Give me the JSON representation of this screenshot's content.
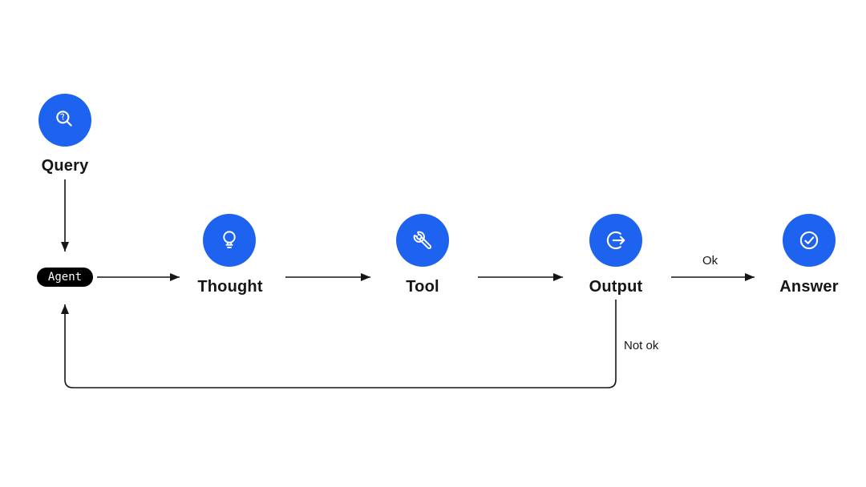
{
  "diagram": {
    "type": "flowchart",
    "background": "#ffffff",
    "colors": {
      "node_fill": "#1e62f0",
      "icon_stroke": "#ffffff",
      "agent_fill": "#000000",
      "agent_text": "#ffffff",
      "line": "#161616",
      "label_text": "#161616"
    },
    "nodes": [
      {
        "id": "query",
        "label": "Query",
        "shape": "circle",
        "icon": "search-question-icon"
      },
      {
        "id": "agent",
        "label": "Agent",
        "shape": "pill",
        "icon": ""
      },
      {
        "id": "thought",
        "label": "Thought",
        "shape": "circle",
        "icon": "lightbulb-icon"
      },
      {
        "id": "tool",
        "label": "Tool",
        "shape": "circle",
        "icon": "wrench-icon"
      },
      {
        "id": "output",
        "label": "Output",
        "shape": "circle",
        "icon": "export-right-icon"
      },
      {
        "id": "answer",
        "label": "Answer",
        "shape": "circle",
        "icon": "check-circle-icon"
      }
    ],
    "edges": [
      {
        "from": "query",
        "to": "agent",
        "label": ""
      },
      {
        "from": "agent",
        "to": "thought",
        "label": ""
      },
      {
        "from": "thought",
        "to": "tool",
        "label": ""
      },
      {
        "from": "tool",
        "to": "output",
        "label": ""
      },
      {
        "from": "output",
        "to": "answer",
        "label": "Ok"
      },
      {
        "from": "output",
        "to": "agent",
        "label": "Not ok",
        "style": "feedback-loop"
      }
    ]
  }
}
